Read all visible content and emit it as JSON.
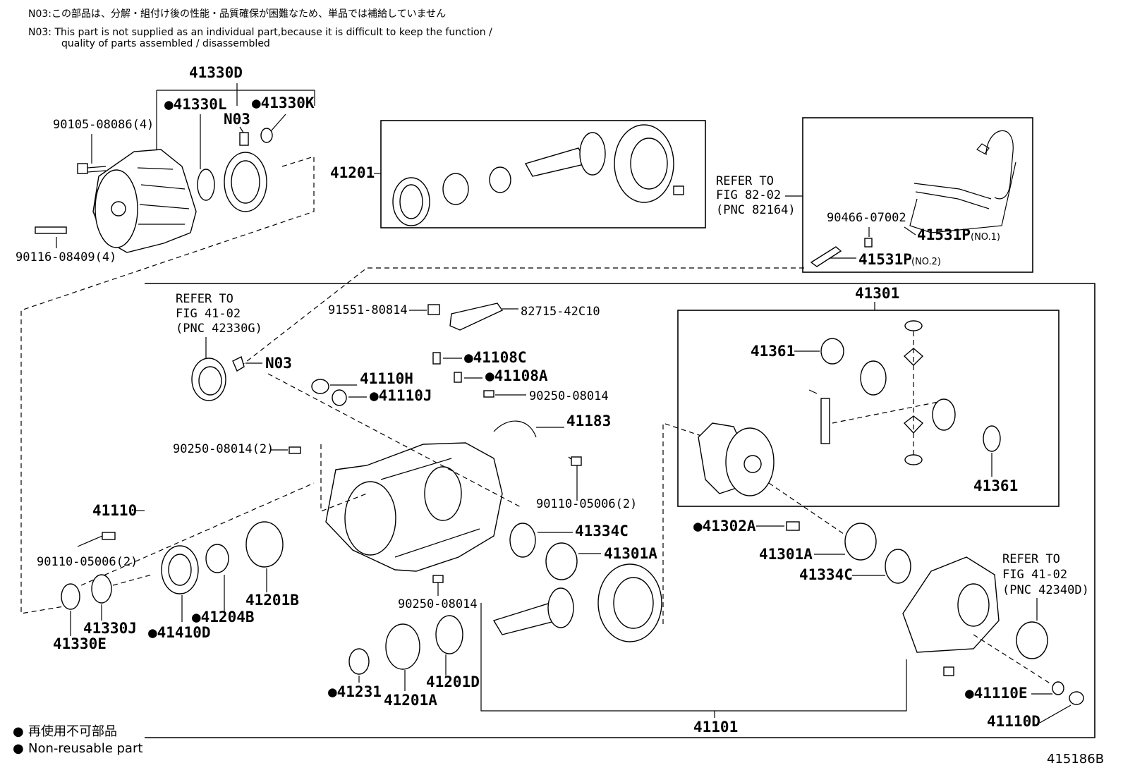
{
  "notes": {
    "jp": "N03:この部品は、分解・組付け後の性能・品質確保が困難なため、単品では補給していません",
    "en1": "N03: This part is not supplied as an individual part,because it is difficult to keep the function /",
    "en2": "quality of parts assembled / disassembled"
  },
  "legend": {
    "jp": "再使用不可部品",
    "en": "Non-reusable part",
    "marker": "●"
  },
  "figure_id": "415186B",
  "labels": {
    "p41330D": "41330D",
    "p41330L": "●41330L",
    "p41330K": "●41330K",
    "n03_top": "N03",
    "p90105": "90105-08086(4)",
    "p90116": "90116-08409(4)",
    "p41201": "41201",
    "refer82_1": "REFER TO",
    "refer82_2": "FIG 82-02",
    "refer82_3": "(PNC 82164)",
    "p90466": "90466-07002",
    "p41531P1": "41531P",
    "p41531P1_sub": "(NO.1)",
    "p41531P2": "41531P",
    "p41531P2_sub": "(NO.2)",
    "refer41a_1": "REFER TO",
    "refer41a_2": "FIG 41-02",
    "refer41a_3": "(PNC 42330G)",
    "p91551": "91551-80814",
    "p82715": "82715-42C10",
    "n03_mid": "N03",
    "p41108C": "●41108C",
    "p41108A": "●41108A",
    "p41110H": "41110H",
    "p41110J": "●41110J",
    "p90250_a": "90250-08014",
    "p41183": "41183",
    "p90250_2": "90250-08014(2)",
    "p41110": "41110",
    "p90110_r": "90110-05006(2)",
    "p90110_l": "90110-05006(2)",
    "p41334C_a": "41334C",
    "p41301A_a": "41301A",
    "p41330J": "41330J",
    "p41330E": "41330E",
    "p41410D": "●41410D",
    "p41204B": "●41204B",
    "p41201B": "41201B",
    "p90250_b": "90250-08014",
    "p41231": "●41231",
    "p41201A": "41201A",
    "p41201D": "41201D",
    "p41301": "41301",
    "p41361_a": "41361",
    "p41361_b": "41361",
    "p41302A": "●41302A",
    "p41301A_b": "41301A",
    "p41334C_b": "41334C",
    "refer41b_1": "REFER TO",
    "refer41b_2": "FIG 41-02",
    "refer41b_3": "(PNC 42340D)",
    "p41110E": "●41110E",
    "p41110D": "41110D",
    "p41101": "41101"
  }
}
